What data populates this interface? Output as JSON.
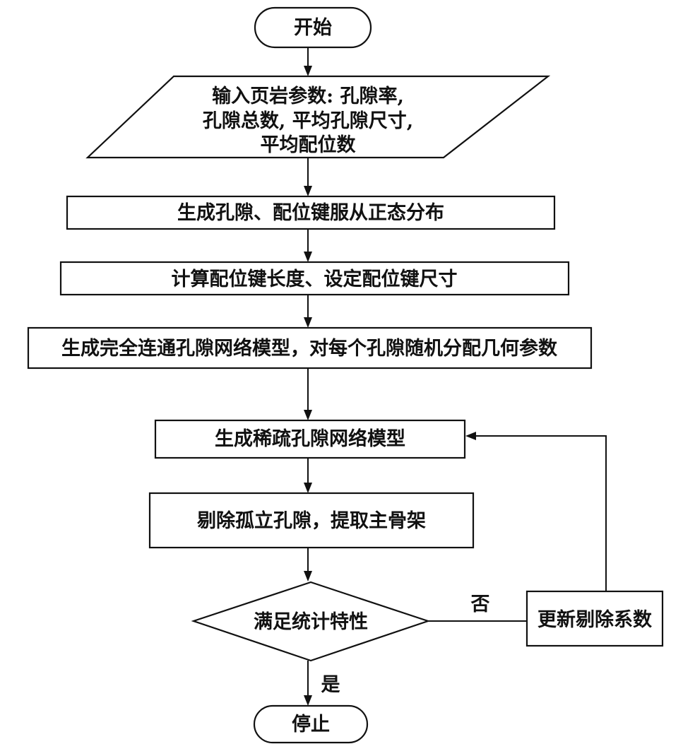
{
  "flowchart": {
    "start": "开始",
    "input": {
      "line1": "输入页岩参数: 孔隙率,",
      "line2": "孔隙总数, 平均孔隙尺寸,",
      "line3": "平均配位数"
    },
    "step1": "生成孔隙、配位键服从正态分布",
    "step2": "计算配位键长度、设定配位键尺寸",
    "step3": "生成完全连通孔隙网络模型，对每个孔隙随机分配几何参数",
    "step4": "生成稀疏孔隙网络模型",
    "step5": "剔除孤立孔隙，提取主骨架",
    "decision": "满足统计特性",
    "update": "更新剔除系数",
    "no_label": "否",
    "yes_label": "是",
    "end": "停止"
  }
}
